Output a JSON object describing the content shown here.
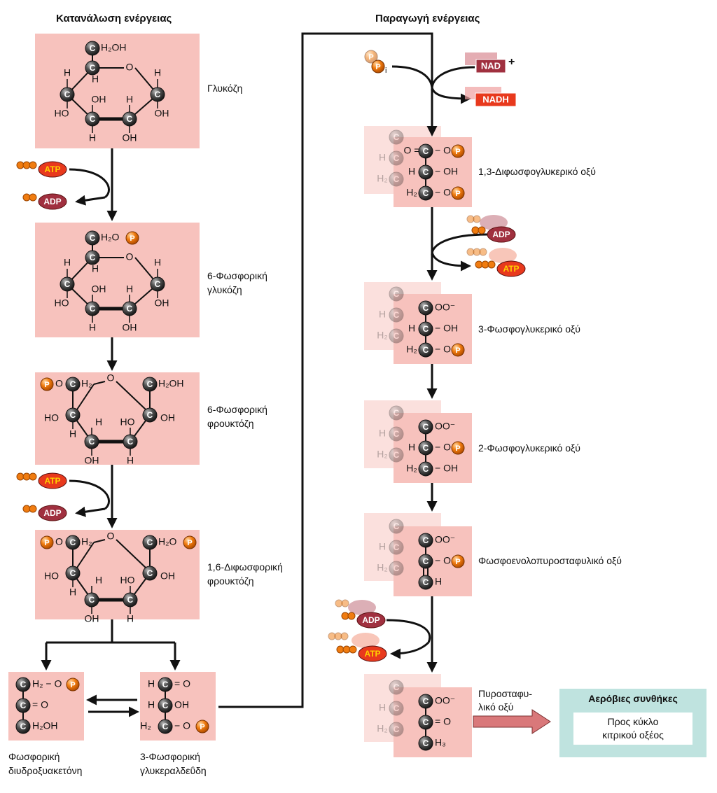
{
  "headers": {
    "consumption": "Κατανάλωση ενέργειας",
    "production": "Παραγωγή ενέργειας"
  },
  "labels": {
    "glucose": "Γλυκόζη",
    "g6p_1": "6-Φωσφορική",
    "g6p_2": "γλυκόζη",
    "f6p_1": "6-Φωσφορική",
    "f6p_2": "φρουκτόζη",
    "f16bp_1": "1,6-Διφωσφορική",
    "f16bp_2": "φρουκτόζη",
    "dhap_1": "Φωσφορική",
    "dhap_2": "διυδροξυακετόνη",
    "g3p_1": "3-Φωσφορική",
    "g3p_2": "γλυκεραλδεΰδη",
    "bpg": "1,3-Διφωσφογλυκερικό οξύ",
    "pg3": "3-Φωσφογλυκερικό οξύ",
    "pg2": "2-Φωσφογλυκερικό οξύ",
    "pep": "Φωσφοενολοπυροσταφυλικό οξύ",
    "pyr_1": "Πυροσταφυ-",
    "pyr_2": "λικό οξύ"
  },
  "aerobic": {
    "title": "Αερόβιες συνθήκες",
    "line1": "Προς κύκλο",
    "line2": "κιτρικού οξέος"
  },
  "cofactors": {
    "atp": "ATP",
    "adp": "ADP",
    "nad": "NAD",
    "nadh": "NADH",
    "nad_plus": "+",
    "p": "P",
    "i": "i"
  },
  "atoms": {
    "c": "C",
    "h": "H",
    "o": "O",
    "oh": "OH",
    "ho": "HO",
    "h2": "H",
    "h2oh": "H₂OH",
    "h2o": "H₂O",
    "h2_prefix": "H₂",
    "h3": "H₃",
    "coo": "OO⁻",
    "dash": "−",
    "eq": "="
  },
  "colors": {
    "box": "#f7c2bd",
    "ghost_box": "#fbe0dd",
    "aerobic_bg": "#bfe3df",
    "atp_fill": "#e8391d",
    "atp_text": "#ffd200",
    "adp_fill": "#a0303f",
    "nad_fill": "#a0303f",
    "nadh_fill": "#e8391d",
    "phosphate": "#f07c10",
    "carbon": "#3a3a3a",
    "pyruvate_arrow": "#d9787a"
  }
}
